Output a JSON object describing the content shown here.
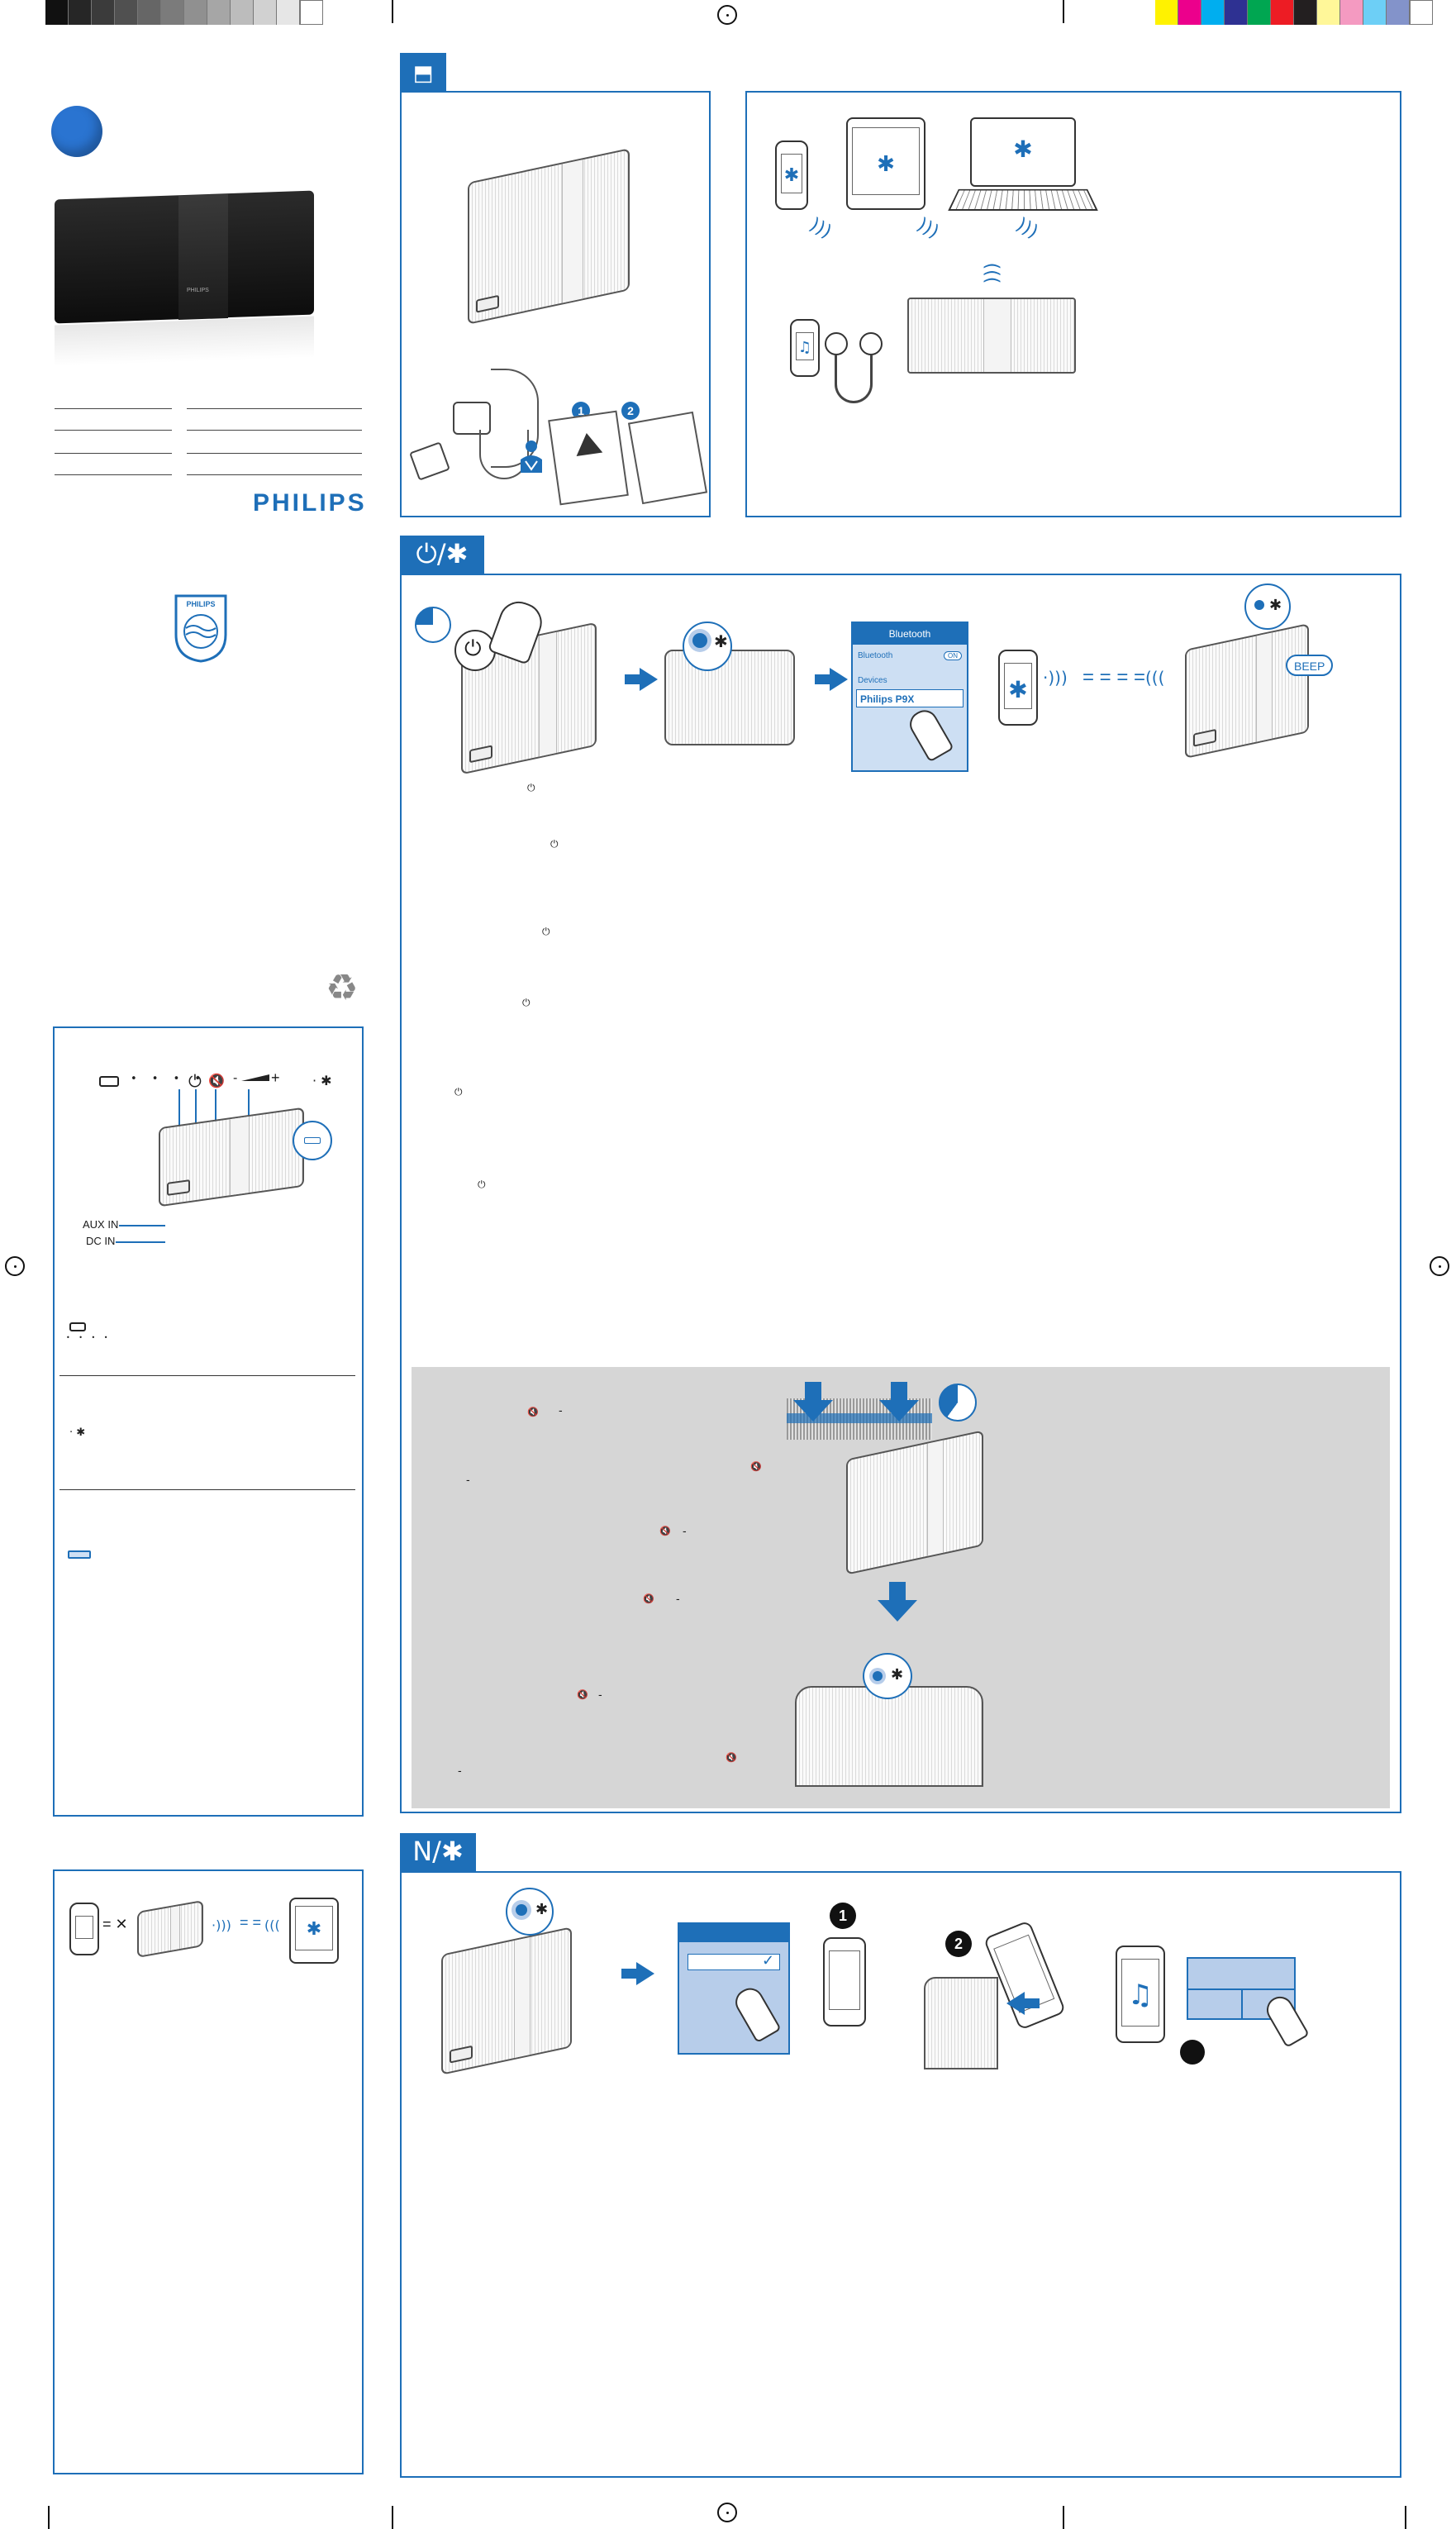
{
  "brand": {
    "name": "PHILIPS",
    "shield_text": "PHILIPS",
    "color": "#1e6fb8"
  },
  "product": {
    "front_logo": "PHILIPS"
  },
  "sections": {
    "unbox_header_icon": "box-open-icon",
    "power_bt_header": "⏻/✱",
    "nfc_header": "N/✱"
  },
  "controls_panel": {
    "aux_in": "AUX IN",
    "dc_in": "DC IN",
    "minus": "-",
    "plus": "+"
  },
  "pairing_screen": {
    "title": "Bluetooth",
    "toggle_row": "Bluetooth",
    "toggle_state": "ON",
    "devices_label": "Devices",
    "device_name": "Philips P9X"
  },
  "beep": "BEEP",
  "steps": {
    "one": "1",
    "two": "2"
  },
  "colors": {
    "accent": "#1e6fb8",
    "gray_panel": "#d6d6d6",
    "light_blue": "#b7cdea"
  },
  "print_swatches_gray": [
    "#111111",
    "#262626",
    "#3b3b3b",
    "#505050",
    "#666666",
    "#7b7b7b",
    "#909090",
    "#a6a6a6",
    "#bcbcbc",
    "#d1d1d1",
    "#e6e6e6",
    "#ffffff"
  ],
  "print_swatches_color": [
    "#fff200",
    "#ec008c",
    "#00aeef",
    "#2e3192",
    "#00a651",
    "#ed1c24",
    "#231f20",
    "#fff799",
    "#f49ac1",
    "#6dcff6",
    "#8393ca",
    "#ffffff"
  ]
}
